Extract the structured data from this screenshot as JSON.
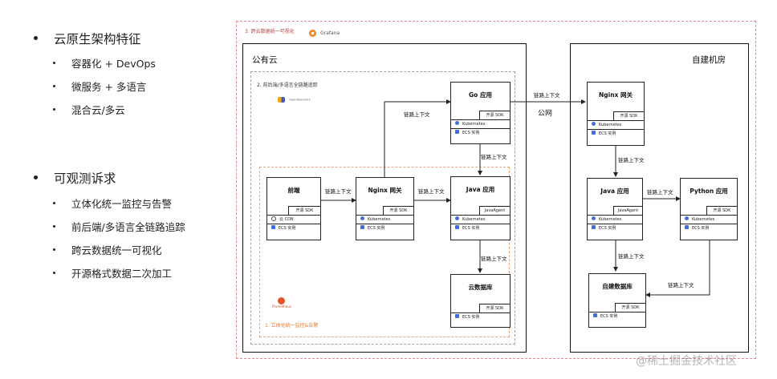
{
  "left_panel": {
    "sections": [
      {
        "title": "云原生架构特征",
        "items": [
          "容器化 + DevOps",
          "微服务 + 多语言",
          "混合云/多云"
        ]
      },
      {
        "title": "可观测诉求",
        "items": [
          "立体化统一监控与告警",
          "前后端/多语言全链路追踪",
          "跨云数据统一可视化",
          "开源格式数据二次加工"
        ]
      }
    ]
  },
  "diagram": {
    "visual_label": "3. 跨云数据统一可视化",
    "grafana_logo": "Grafana",
    "public_cloud": "公有云",
    "private_dc": "自建机房",
    "trace_label": "2. 前后端/多语言全链路追踪",
    "otel_logo": "OpenTelemetry",
    "monitor_label": "1. 立体化统一监控&告警",
    "prom_logo": "Prometheus",
    "internet": "公网",
    "edge_label": "链路上下文",
    "components": {
      "frontend": {
        "name": "前端",
        "sdk": "开源 SDK",
        "rows": [
          "云 CDN",
          "ECS 实例"
        ]
      },
      "nginx_pub": {
        "name": "Nginx 网关",
        "sdk": "开源 SDK",
        "rows": [
          "Kubernetes",
          "ECS 实例"
        ]
      },
      "go_app": {
        "name": "Go 应用",
        "sdk": "开源 SDK",
        "rows": [
          "Kubernetes",
          "ECS 实例"
        ]
      },
      "java_pub": {
        "name": "Java 应用",
        "sdk": "JavaAgent",
        "rows": [
          "Kubernetes",
          "ECS 实例"
        ]
      },
      "cloud_db": {
        "name": "云数据库",
        "sdk": "开源 SDK",
        "rows": [
          "ECS 实例"
        ]
      },
      "nginx_priv": {
        "name": "Nginx 网关",
        "sdk": "开源 SDK",
        "rows": [
          "Kubernetes",
          "ECS 实例"
        ]
      },
      "java_priv": {
        "name": "Java 应用",
        "sdk": "JavaAgent",
        "rows": [
          "Kubernetes",
          "ECS 实例"
        ]
      },
      "python_app": {
        "name": "Python 应用",
        "sdk": "开源 SDK",
        "rows": [
          "Kubernetes",
          "ECS 实例"
        ]
      },
      "self_db": {
        "name": "自建数据库",
        "sdk": "开源 SDK",
        "rows": [
          "ECS 实例"
        ]
      }
    }
  },
  "watermark": "@稀土掘金技术社区",
  "colors": {
    "k8s_icon": "#3b6fe0",
    "ecs_icon": "#3b6fe0",
    "red_dash": "#e4898d",
    "orange_dash": "#e9a77f",
    "gray_dash": "#9aa3ad",
    "monitor_label": "#e8762d"
  }
}
